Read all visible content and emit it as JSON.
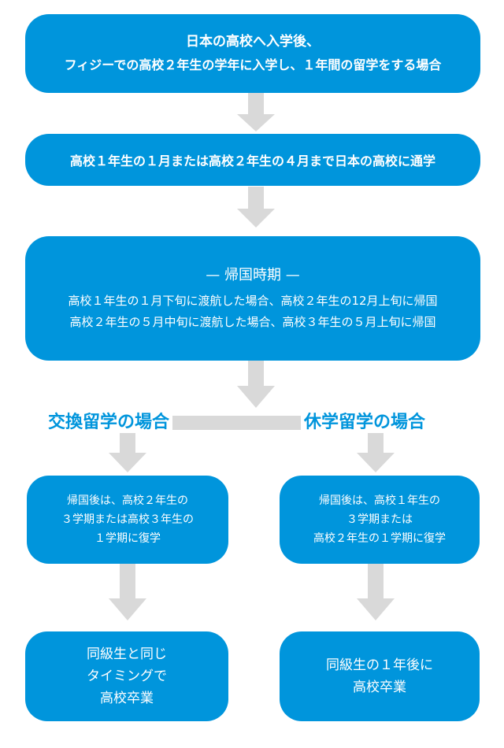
{
  "colors": {
    "box": "#0095dc",
    "arrow": "#d9d9d9",
    "text": "#ffffff",
    "label": "#0095dc"
  },
  "box1": {
    "line1": "日本の高校へ入学後、",
    "line2": "フィジーでの高校２年生の学年に入学し、１年間の留学をする場合"
  },
  "box2": {
    "line1": "高校１年生の１月または高校２年生の４月まで日本の高校に通学"
  },
  "box3": {
    "heading": "—  帰国時期  —",
    "line1": "高校１年生の１月下旬に渡航した場合、高校２年生の12月上旬に帰国",
    "line2": "高校２年生の５月中旬に渡航した場合、高校３年生の５月上旬に帰国"
  },
  "left": {
    "label": "交換留学の場合",
    "box1": {
      "line1": "帰国後は、高校２年生の",
      "line2": "３学期または高校３年生の",
      "line3": "１学期に復学"
    },
    "box2": {
      "line1": "同級生と同じ",
      "line2": "タイミングで",
      "line3": "高校卒業"
    }
  },
  "right": {
    "label": "休学留学の場合",
    "box1": {
      "line1": "帰国後は、高校１年生の",
      "line2": "３学期または",
      "line3": "高校２年生の１学期に復学"
    },
    "box2": {
      "line1": "同級生の１年後に",
      "line2": "高校卒業"
    }
  }
}
